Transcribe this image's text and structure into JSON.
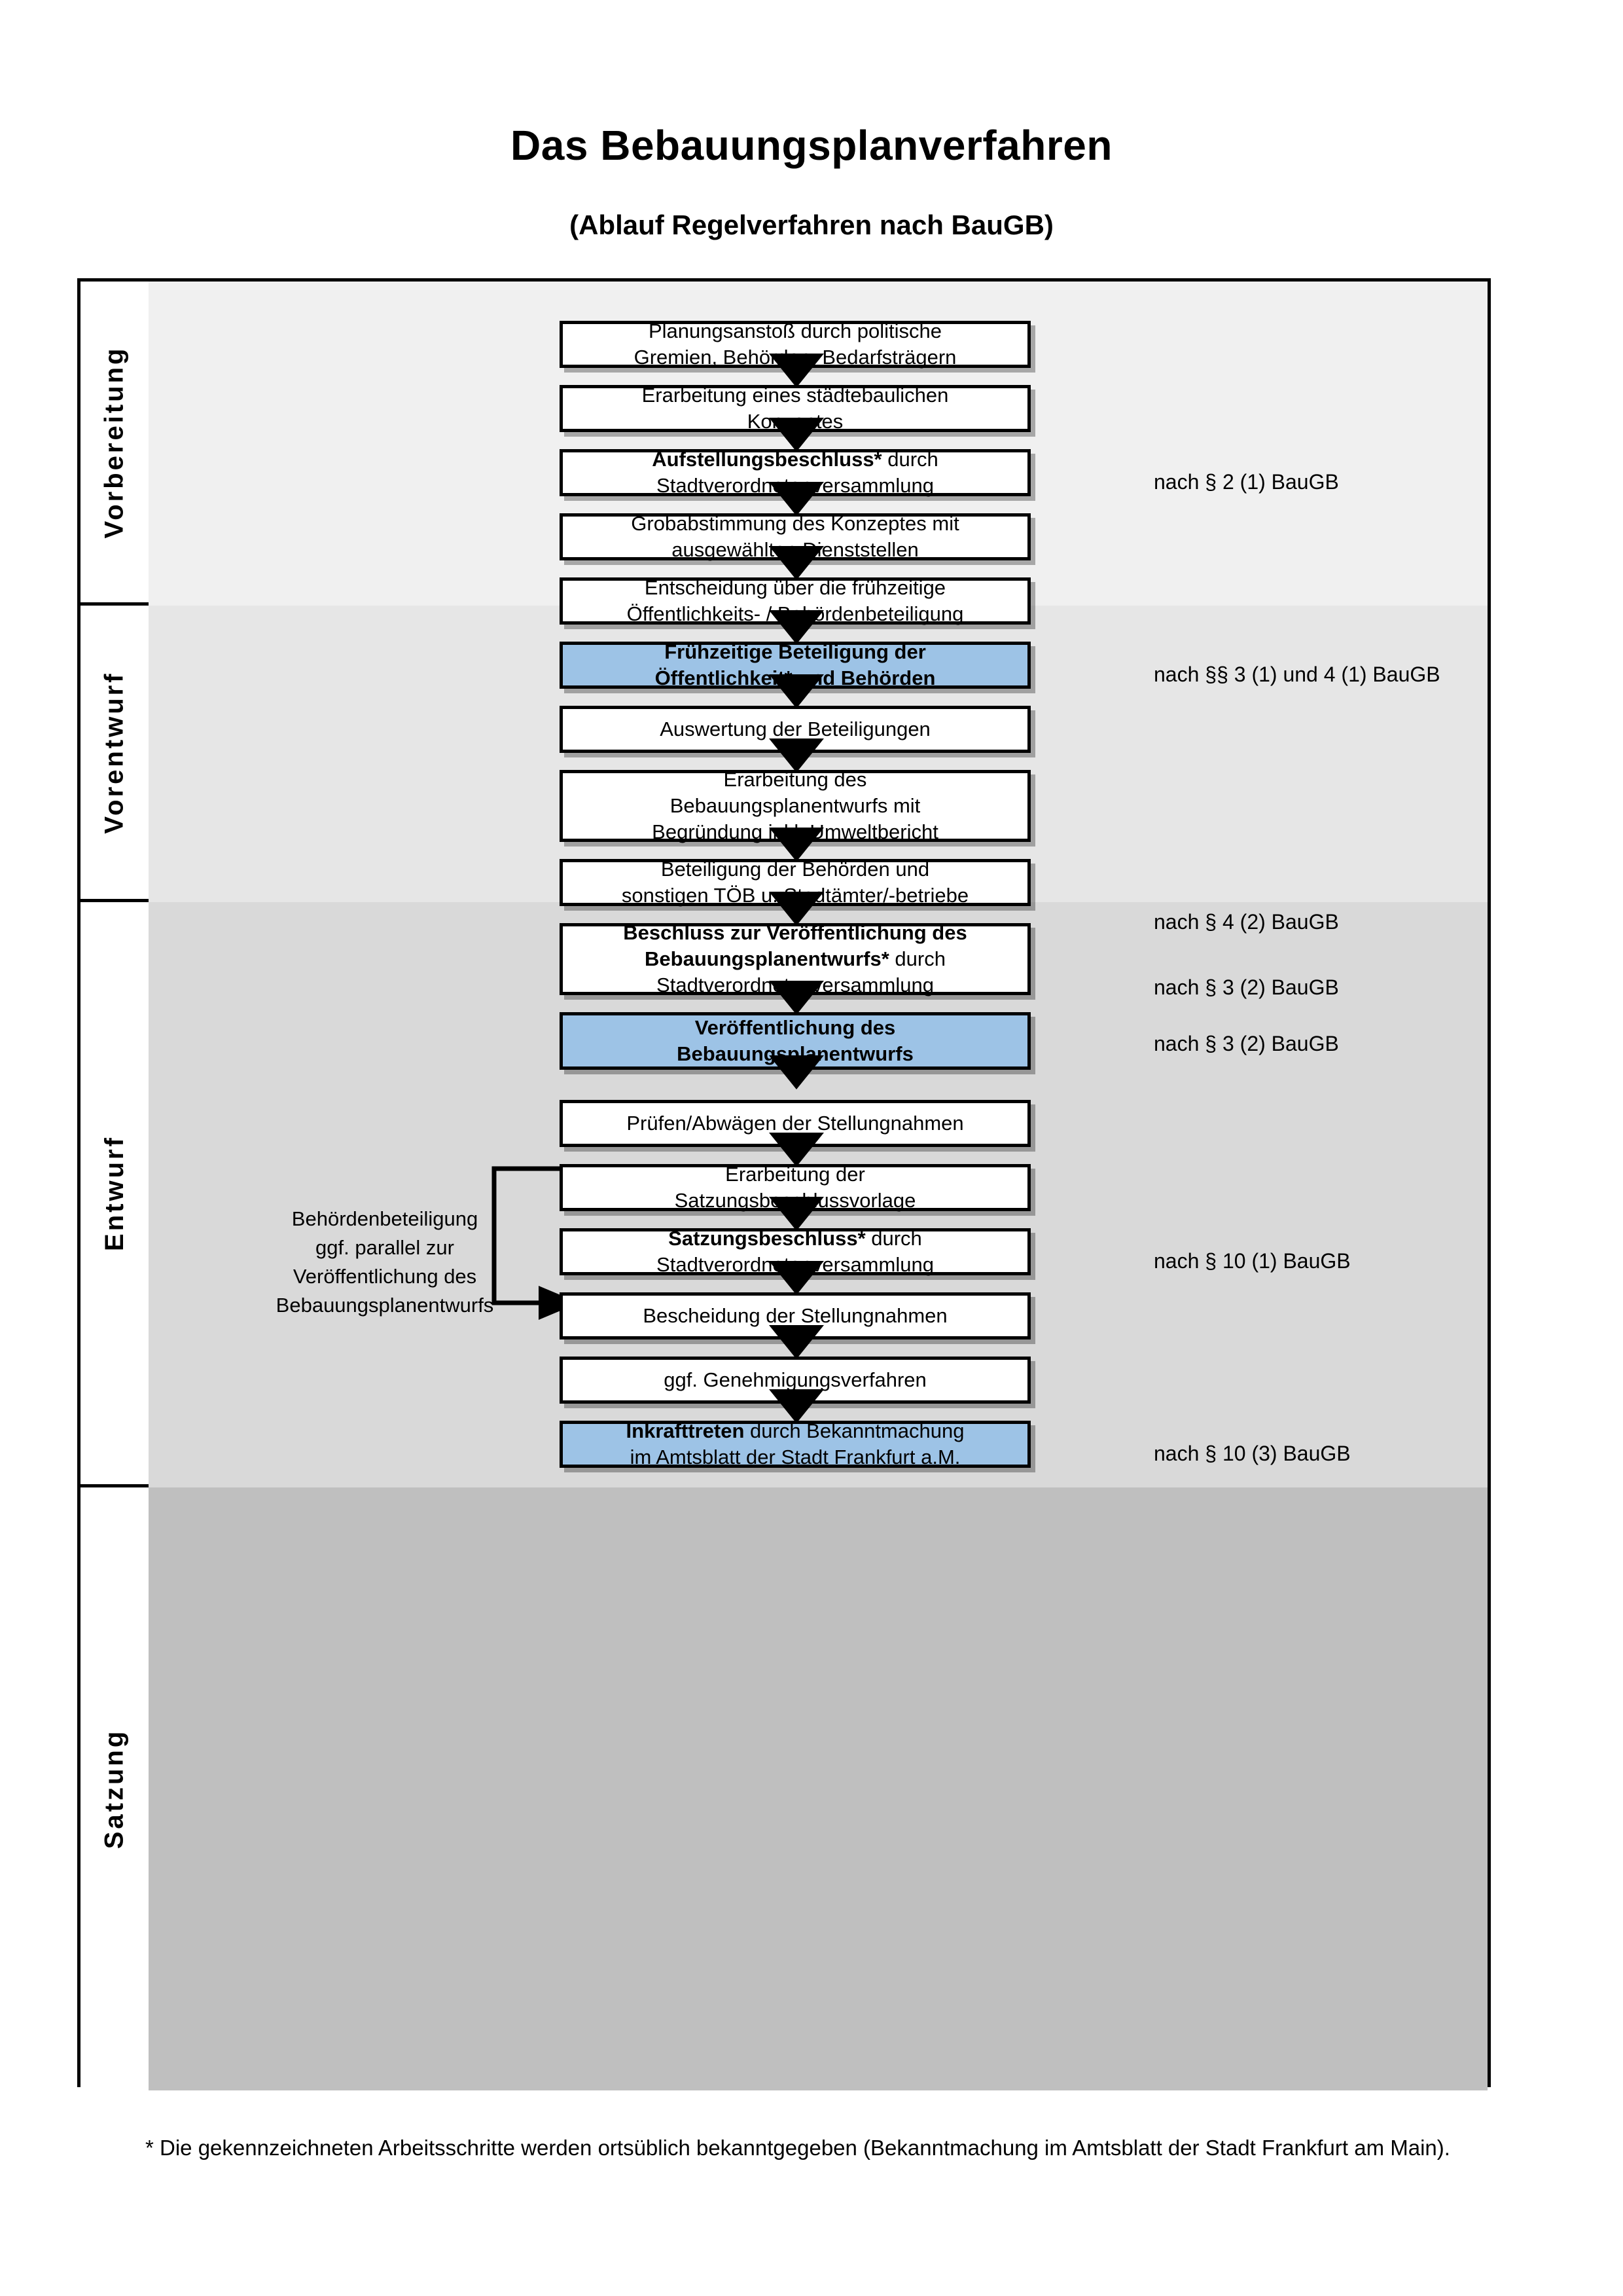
{
  "document": {
    "title": "Das Bebauungsplanverfahren",
    "subtitle": "(Ablauf Regelverfahren nach BauGB)",
    "footnote": "* Die gekennzeichneten Arbeitsschritte werden ortsüblich bekanntgegeben (Bekanntmachung im Amtsblatt  der Stadt Frankfurt am Main)."
  },
  "colors": {
    "highlight_blue": "#9dc3e6",
    "band_vorbereitung": "#f0f0f0",
    "band_vorentwurf": "#e6e6e6",
    "band_entwurf": "#d9d9d9",
    "band_satzung": "#bfbfbf",
    "outline": "#000000"
  },
  "phases": [
    {
      "id": "vorbereitung",
      "label": "Vorbereitung"
    },
    {
      "id": "vorentwurf",
      "label": "Vorentwurf"
    },
    {
      "id": "entwurf",
      "label": "Entwurf"
    },
    {
      "id": "satzung",
      "label": "Satzung"
    }
  ],
  "steps": [
    {
      "id": "planungsanstoss",
      "phase": "vorbereitung",
      "highlight": false,
      "lines": [
        "Planungsanstoß durch politische",
        "Gremien, Behörden, Bedarfsträgern"
      ],
      "bold_prefix": ""
    },
    {
      "id": "konzept",
      "phase": "vorbereitung",
      "highlight": false,
      "lines": [
        "Erarbeitung eines städtebaulichen",
        "Konzeptes"
      ],
      "bold_prefix": ""
    },
    {
      "id": "aufstellungsbeschluss",
      "phase": "vorbereitung",
      "highlight": false,
      "lines": [
        "Aufstellungsbeschluss* durch",
        "Stadtverordnetenversammlung"
      ],
      "bold_prefix": "Aufstellungsbeschluss*"
    },
    {
      "id": "grobabstimmung",
      "phase": "vorentwurf",
      "highlight": false,
      "lines": [
        "Grobabstimmung des Konzeptes mit",
        "ausgewählten Dienststellen"
      ],
      "bold_prefix": ""
    },
    {
      "id": "entscheidung",
      "phase": "vorentwurf",
      "highlight": false,
      "lines": [
        "Entscheidung über die frühzeitige",
        "Öffentlichkeits- / Behördenbeteiligung"
      ],
      "bold_prefix": ""
    },
    {
      "id": "fruehzeitige-beteiligung",
      "phase": "vorentwurf",
      "highlight": true,
      "lines": [
        "Frühzeitige Beteiligung der",
        "Öffentlichkeit* und Behörden"
      ],
      "bold_prefix": "all"
    },
    {
      "id": "auswertung",
      "phase": "entwurf",
      "highlight": false,
      "lines": [
        "Auswertung der Beteiligungen"
      ],
      "bold_prefix": ""
    },
    {
      "id": "erarbeitung-entwurf",
      "phase": "entwurf",
      "highlight": false,
      "lines": [
        "Erarbeitung des",
        "Bebauungsplanentwurfs mit",
        "Begründung inkl. Umweltbericht"
      ],
      "bold_prefix": ""
    },
    {
      "id": "beteiligung-behoerden",
      "phase": "entwurf",
      "highlight": false,
      "lines": [
        "Beteiligung der Behörden und",
        "sonstigen TÖB u. Stadtämter/-betriebe"
      ],
      "bold_prefix": ""
    },
    {
      "id": "beschluss-veroeffentlichung",
      "phase": "entwurf",
      "highlight": false,
      "lines": [
        "Beschluss zur Veröffentlichung des",
        "Bebauungsplanentwurfs* durch",
        "Stadtverordnetenversammlung"
      ],
      "bold_prefix": "Beschluss zur Veröffentlichung des Bebauungsplanentwurfs*"
    },
    {
      "id": "veroeffentlichung",
      "phase": "entwurf",
      "highlight": true,
      "lines": [
        "Veröffentlichung des",
        "Bebauungsplanentwurfs"
      ],
      "bold_prefix": "all"
    },
    {
      "id": "pruefen-abwaegen",
      "phase": "satzung",
      "highlight": false,
      "lines": [
        "Prüfen/Abwägen der Stellungnahmen"
      ],
      "bold_prefix": ""
    },
    {
      "id": "satzungsbeschlussvorlage",
      "phase": "satzung",
      "highlight": false,
      "lines": [
        "Erarbeitung der",
        "Satzungsbeschlussvorlage"
      ],
      "bold_prefix": ""
    },
    {
      "id": "satzungsbeschluss",
      "phase": "satzung",
      "highlight": false,
      "lines": [
        "Satzungsbeschluss* durch",
        "Stadtverordnetenversammlung"
      ],
      "bold_prefix": "Satzungsbeschluss*"
    },
    {
      "id": "bescheidung",
      "phase": "satzung",
      "highlight": false,
      "lines": [
        "Bescheidung der Stellungnahmen"
      ],
      "bold_prefix": ""
    },
    {
      "id": "genehmigungsverfahren",
      "phase": "satzung",
      "highlight": false,
      "lines": [
        "ggf. Genehmigungsverfahren"
      ],
      "bold_prefix": ""
    },
    {
      "id": "inkrafttreten",
      "phase": "satzung",
      "highlight": true,
      "lines": [
        "Inkrafttreten durch Bekanntmachung",
        "im Amtsblatt der Stadt Frankfurt a.M."
      ],
      "bold_prefix": "Inkrafttreten"
    }
  ],
  "references": [
    {
      "id": "ref-par2",
      "text": "nach § 2 (1) BauGB",
      "for_step": "aufstellungsbeschluss"
    },
    {
      "id": "ref-par3-4",
      "text": "nach §§ 3 (1) und 4 (1) BauGB",
      "for_step": "fruehzeitige-beteiligung"
    },
    {
      "id": "ref-par4-2",
      "text": "nach § 4 (2) BauGB",
      "for_step": "beteiligung-behoerden"
    },
    {
      "id": "ref-par3-2a",
      "text": "nach § 3 (2) BauGB",
      "for_step": "beschluss-veroeffentlichung"
    },
    {
      "id": "ref-par3-2b",
      "text": "nach § 3 (2) BauGB",
      "for_step": "veroeffentlichung"
    },
    {
      "id": "ref-par10-1",
      "text": "nach § 10 (1) BauGB",
      "for_step": "satzungsbeschluss"
    },
    {
      "id": "ref-par10-3",
      "text": "nach § 10 (3) BauGB",
      "for_step": "inkrafttreten"
    }
  ],
  "side_note": {
    "id": "behoerdenbeteiligung-note",
    "lines": [
      "Behördenbeteiligung",
      "ggf. parallel zur",
      "Veröffentlichung des",
      "Bebauungsplanentwurfs"
    ]
  }
}
